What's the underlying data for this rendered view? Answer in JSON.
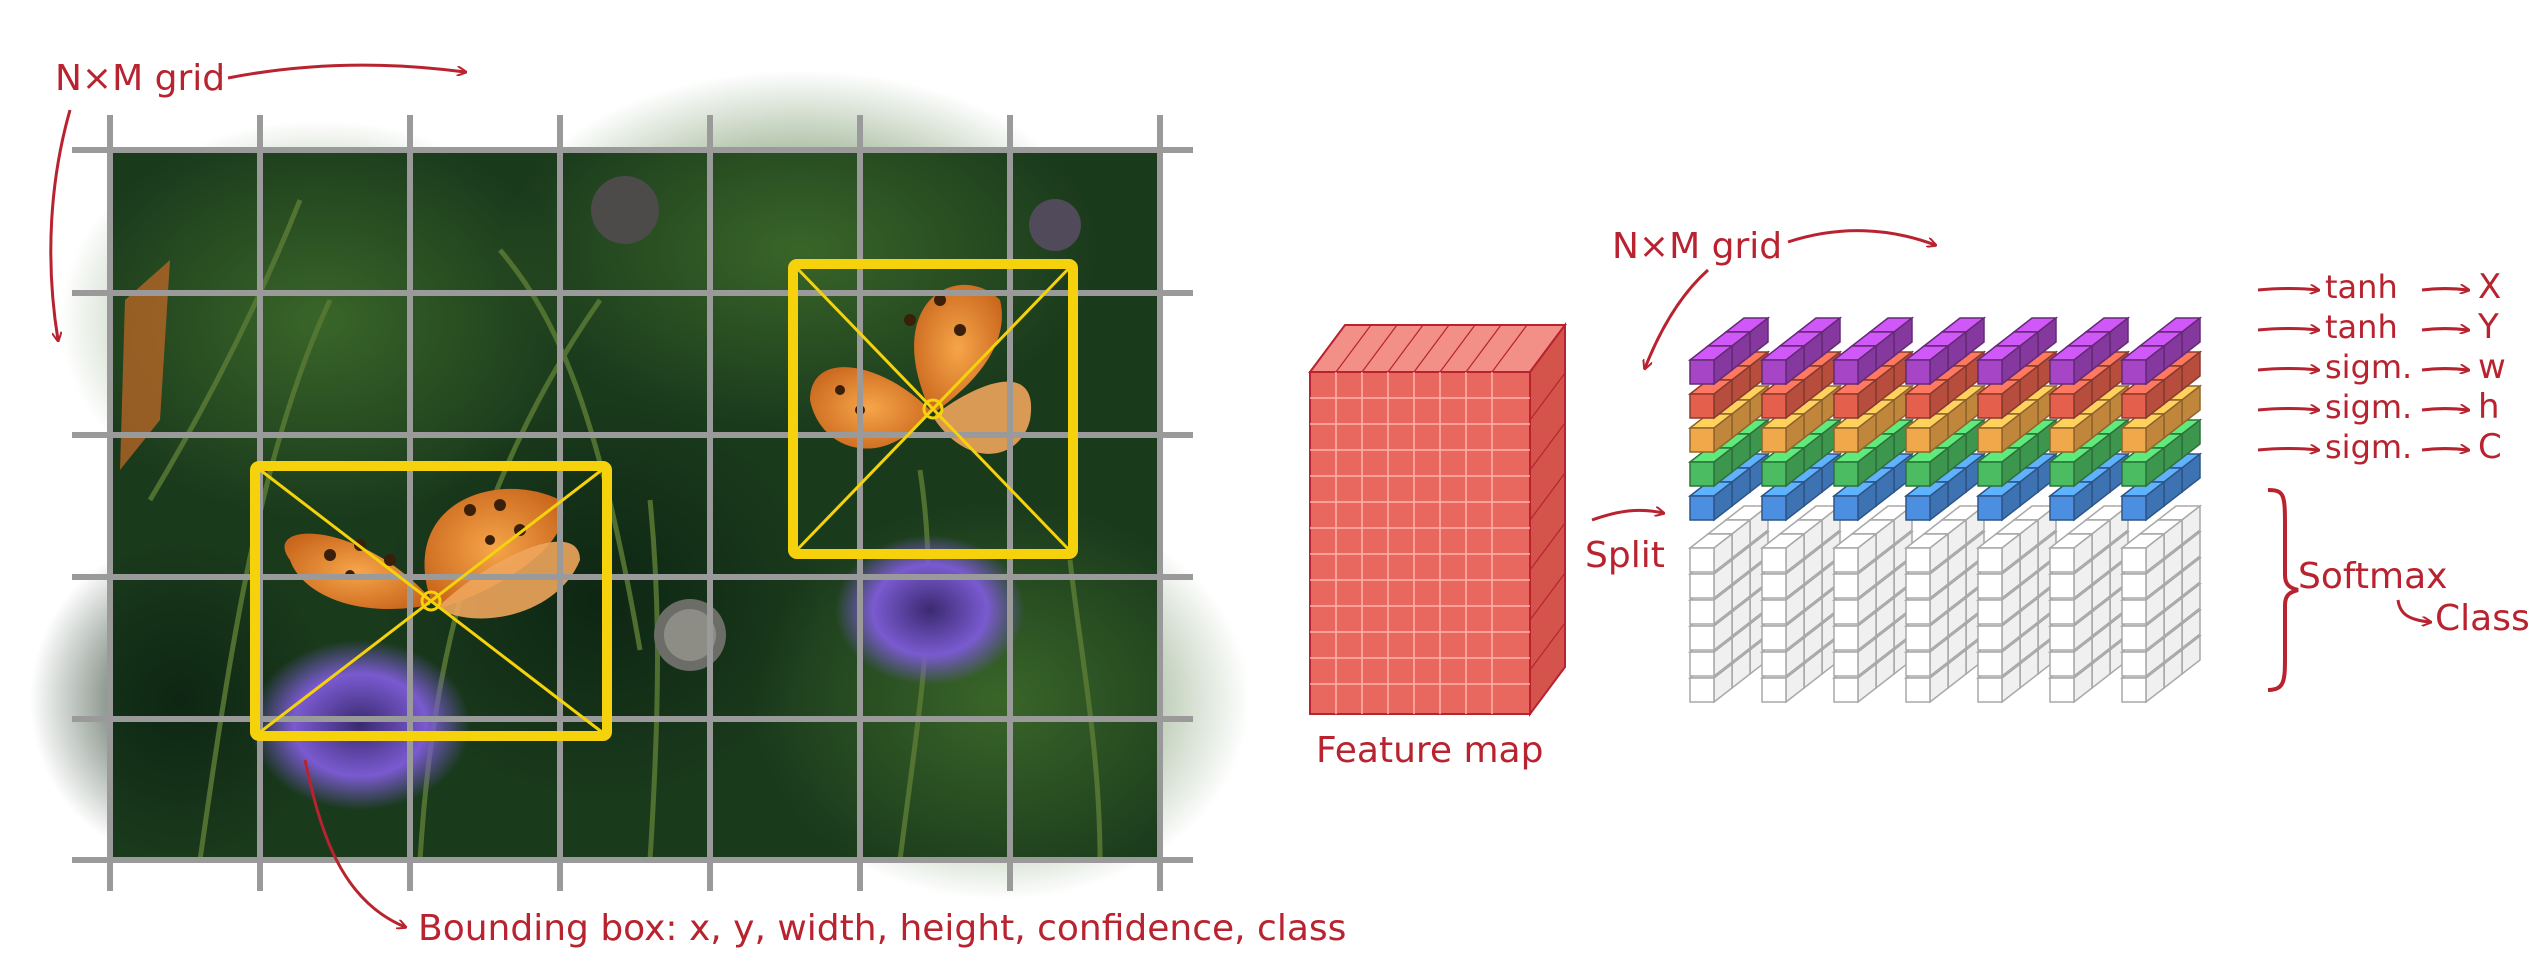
{
  "left_panel": {
    "grid_label": "N×M grid",
    "bbox_label": "Bounding box: x, y, width, height, confidence, class"
  },
  "right_panel": {
    "grid_label": "N×M grid",
    "feature_map_label": "Feature map",
    "split_label": "Split",
    "outputs": [
      {
        "fn": "tanh",
        "out": "X",
        "color": "#a646c6"
      },
      {
        "fn": "tanh",
        "out": "Y",
        "color": "#e4604c"
      },
      {
        "fn": "sigm.",
        "out": "w",
        "color": "#f0a84a"
      },
      {
        "fn": "sigm.",
        "out": "h",
        "color": "#4cbc62"
      },
      {
        "fn": "sigm.",
        "out": "C",
        "color": "#4c8ee0"
      }
    ],
    "softmax_label": "Softmax",
    "class_label": "Class"
  },
  "colors": {
    "annotation": "#b8232f",
    "grid_line": "#9a9a9a",
    "bbox": "#f5d20c",
    "feature_map": "#e8675f"
  }
}
